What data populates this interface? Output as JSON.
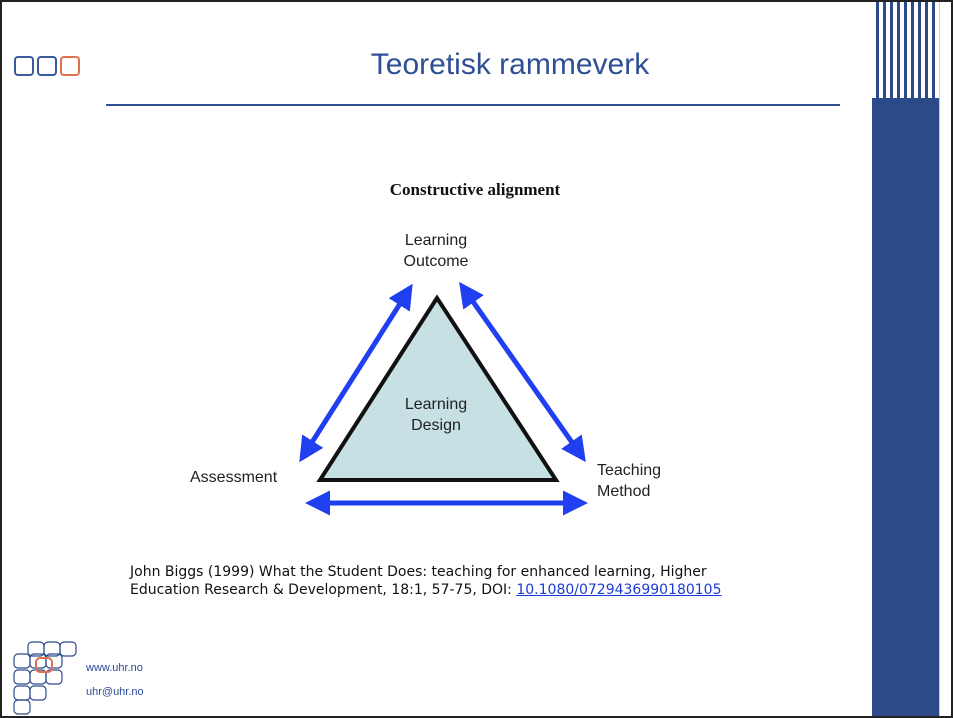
{
  "slide": {
    "title": "Teoretisk rammeverk",
    "colors": {
      "accent_blue": "#2f4f95",
      "accent_orange": "#e07050",
      "bar_blue": "#2c4a8a"
    }
  },
  "diagram": {
    "title": "Constructive alignment",
    "top_label_line1": "Learning",
    "top_label_line2": "Outcome",
    "center_label_line1": "Learning",
    "center_label_line2": "Design",
    "left_label": "Assessment",
    "right_label_line1": "Teaching",
    "right_label_line2": "Method",
    "colors": {
      "triangle_fill": "#c6e0e4",
      "arrow": "#1f3ff0"
    }
  },
  "citation": {
    "line1": "John Biggs (1999) What the Student Does: teaching for enhanced learning, Higher",
    "line2_prefix": "Education Research & Development, 18:1, 57-75, DOI: ",
    "doi": "10.1080/0729436990180105"
  },
  "footer": {
    "website": "www.uhr.no",
    "email": "uhr@uhr.no"
  }
}
